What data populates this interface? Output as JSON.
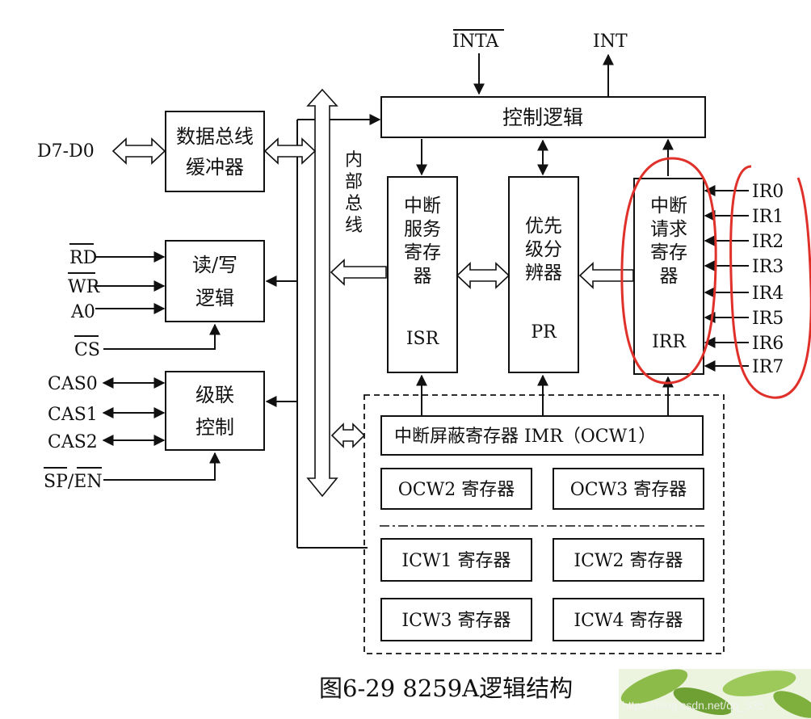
{
  "blocks": {
    "data_bus_buffer": [
      "数据总线",
      "缓冲器"
    ],
    "rw_logic": [
      "读/写",
      "逻辑"
    ],
    "cascade": [
      "级联",
      "控制"
    ],
    "control_logic": "控制逻辑",
    "isr": {
      "lines": [
        "中断",
        "服务",
        "寄存",
        "器"
      ],
      "abbr": "ISR"
    },
    "pr": {
      "lines": [
        "优先",
        "级分",
        "辨器"
      ],
      "abbr": "PR"
    },
    "irr": {
      "lines": [
        "中断",
        "请求",
        "寄存",
        "器"
      ],
      "abbr": "IRR"
    },
    "imr": "中断屏蔽寄存器 IMR（OCW1）",
    "ocw2": "OCW2 寄存器",
    "ocw3": "OCW3 寄存器",
    "icw1": "ICW1 寄存器",
    "icw2": "ICW2 寄存器",
    "icw3": "ICW3 寄存器",
    "icw4": "ICW4 寄存器"
  },
  "internal_bus_label": [
    "内",
    "部",
    "总",
    "线"
  ],
  "signals": {
    "inta": "INTA",
    "int": "INT",
    "data": "D7-D0",
    "rd": "RD",
    "wr": "WR",
    "a0": "A0",
    "cs": "CS",
    "cas0": "CAS0",
    "cas1": "CAS1",
    "cas2": "CAS2",
    "sp_en": "SP/EN",
    "ir": [
      "IR0",
      "IR1",
      "IR2",
      "IR3",
      "IR4",
      "IR5",
      "IR6",
      "IR7"
    ]
  },
  "caption": "图6-29  8259A逻辑结构",
  "watermark": "https://blog.csdn.net/qq_335"
}
